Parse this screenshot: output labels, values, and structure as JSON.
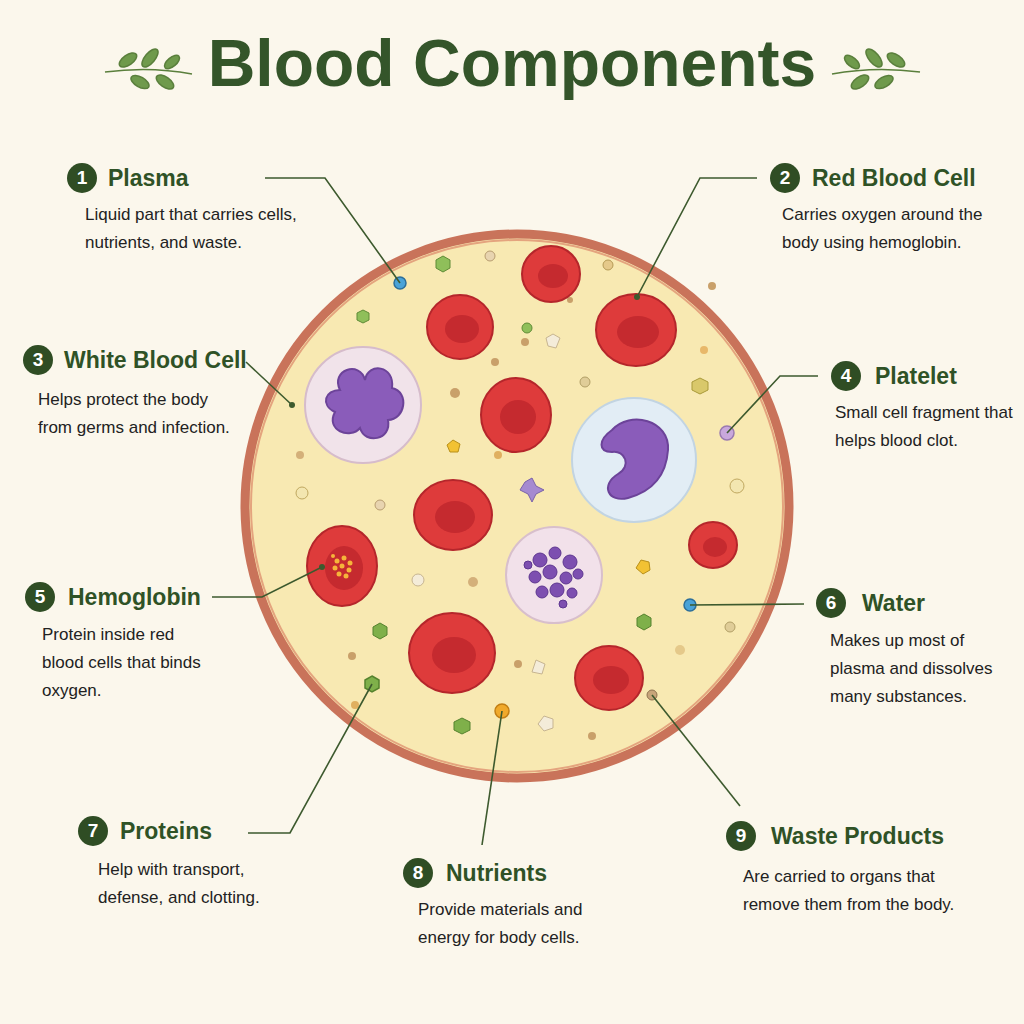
{
  "diagram": {
    "title": "Blood Components",
    "nodes": [
      {
        "text": [
          "1",
          "Plasma",
          "Liquid part that carries cells, nutrients, and waste."
        ]
      },
      {
        "text": [
          "2",
          "Red Blood Cell",
          "Carries oxygen around the body using hemoglobin."
        ]
      },
      {
        "text": [
          "3",
          "White Blood Cell",
          "Helps protect the body from germs and infection."
        ]
      },
      {
        "text": [
          "4",
          "Platelet",
          "Small cell fragment that helps blood clot."
        ]
      },
      {
        "text": [
          "5",
          "Hemoglobin",
          "Protein inside red blood cells that binds oxygen."
        ]
      },
      {
        "text": [
          "6",
          "Water",
          "Makes up most of plasma and dissolves many substances."
        ]
      },
      {
        "text": [
          "7",
          "Proteins",
          "Help with transport, defense, and clotting."
        ]
      },
      {
        "text": [
          "8",
          "Nutrients",
          "Provide materials and energy for body cells."
        ]
      },
      {
        "text": [
          "9",
          "Waste Products",
          "Are carried to organs that remove them from the body."
        ]
      }
    ]
  }
}
